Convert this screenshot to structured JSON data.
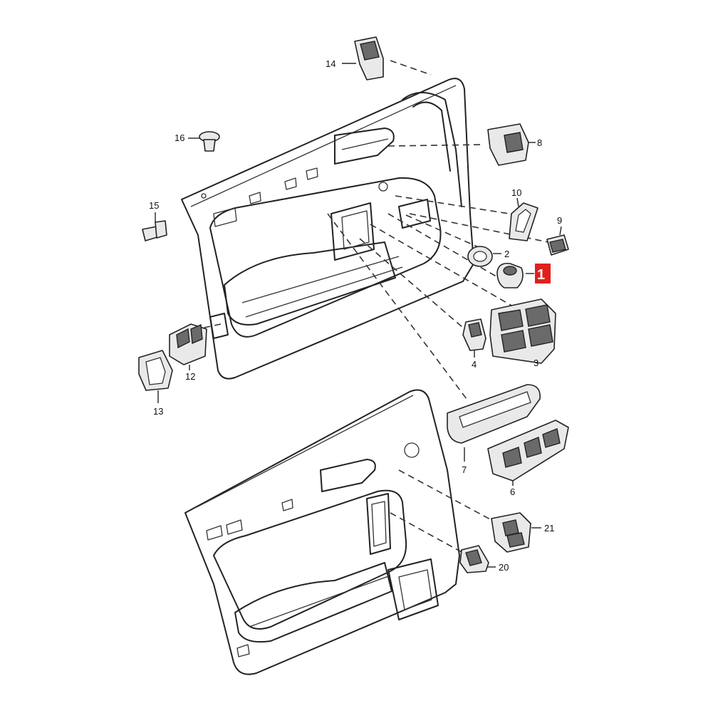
{
  "callouts": {
    "c1": "1",
    "c2": "2",
    "c3": "3",
    "c4": "4",
    "c6": "6",
    "c7": "7",
    "c8": "8",
    "c9": "9",
    "c10": "10",
    "c12": "12",
    "c13": "13",
    "c14": "14",
    "c15": "15",
    "c16": "16",
    "c20": "20",
    "c21": "21"
  },
  "colors": {
    "highlight": "#e0201c",
    "line": "#222222",
    "background": "#ffffff"
  }
}
